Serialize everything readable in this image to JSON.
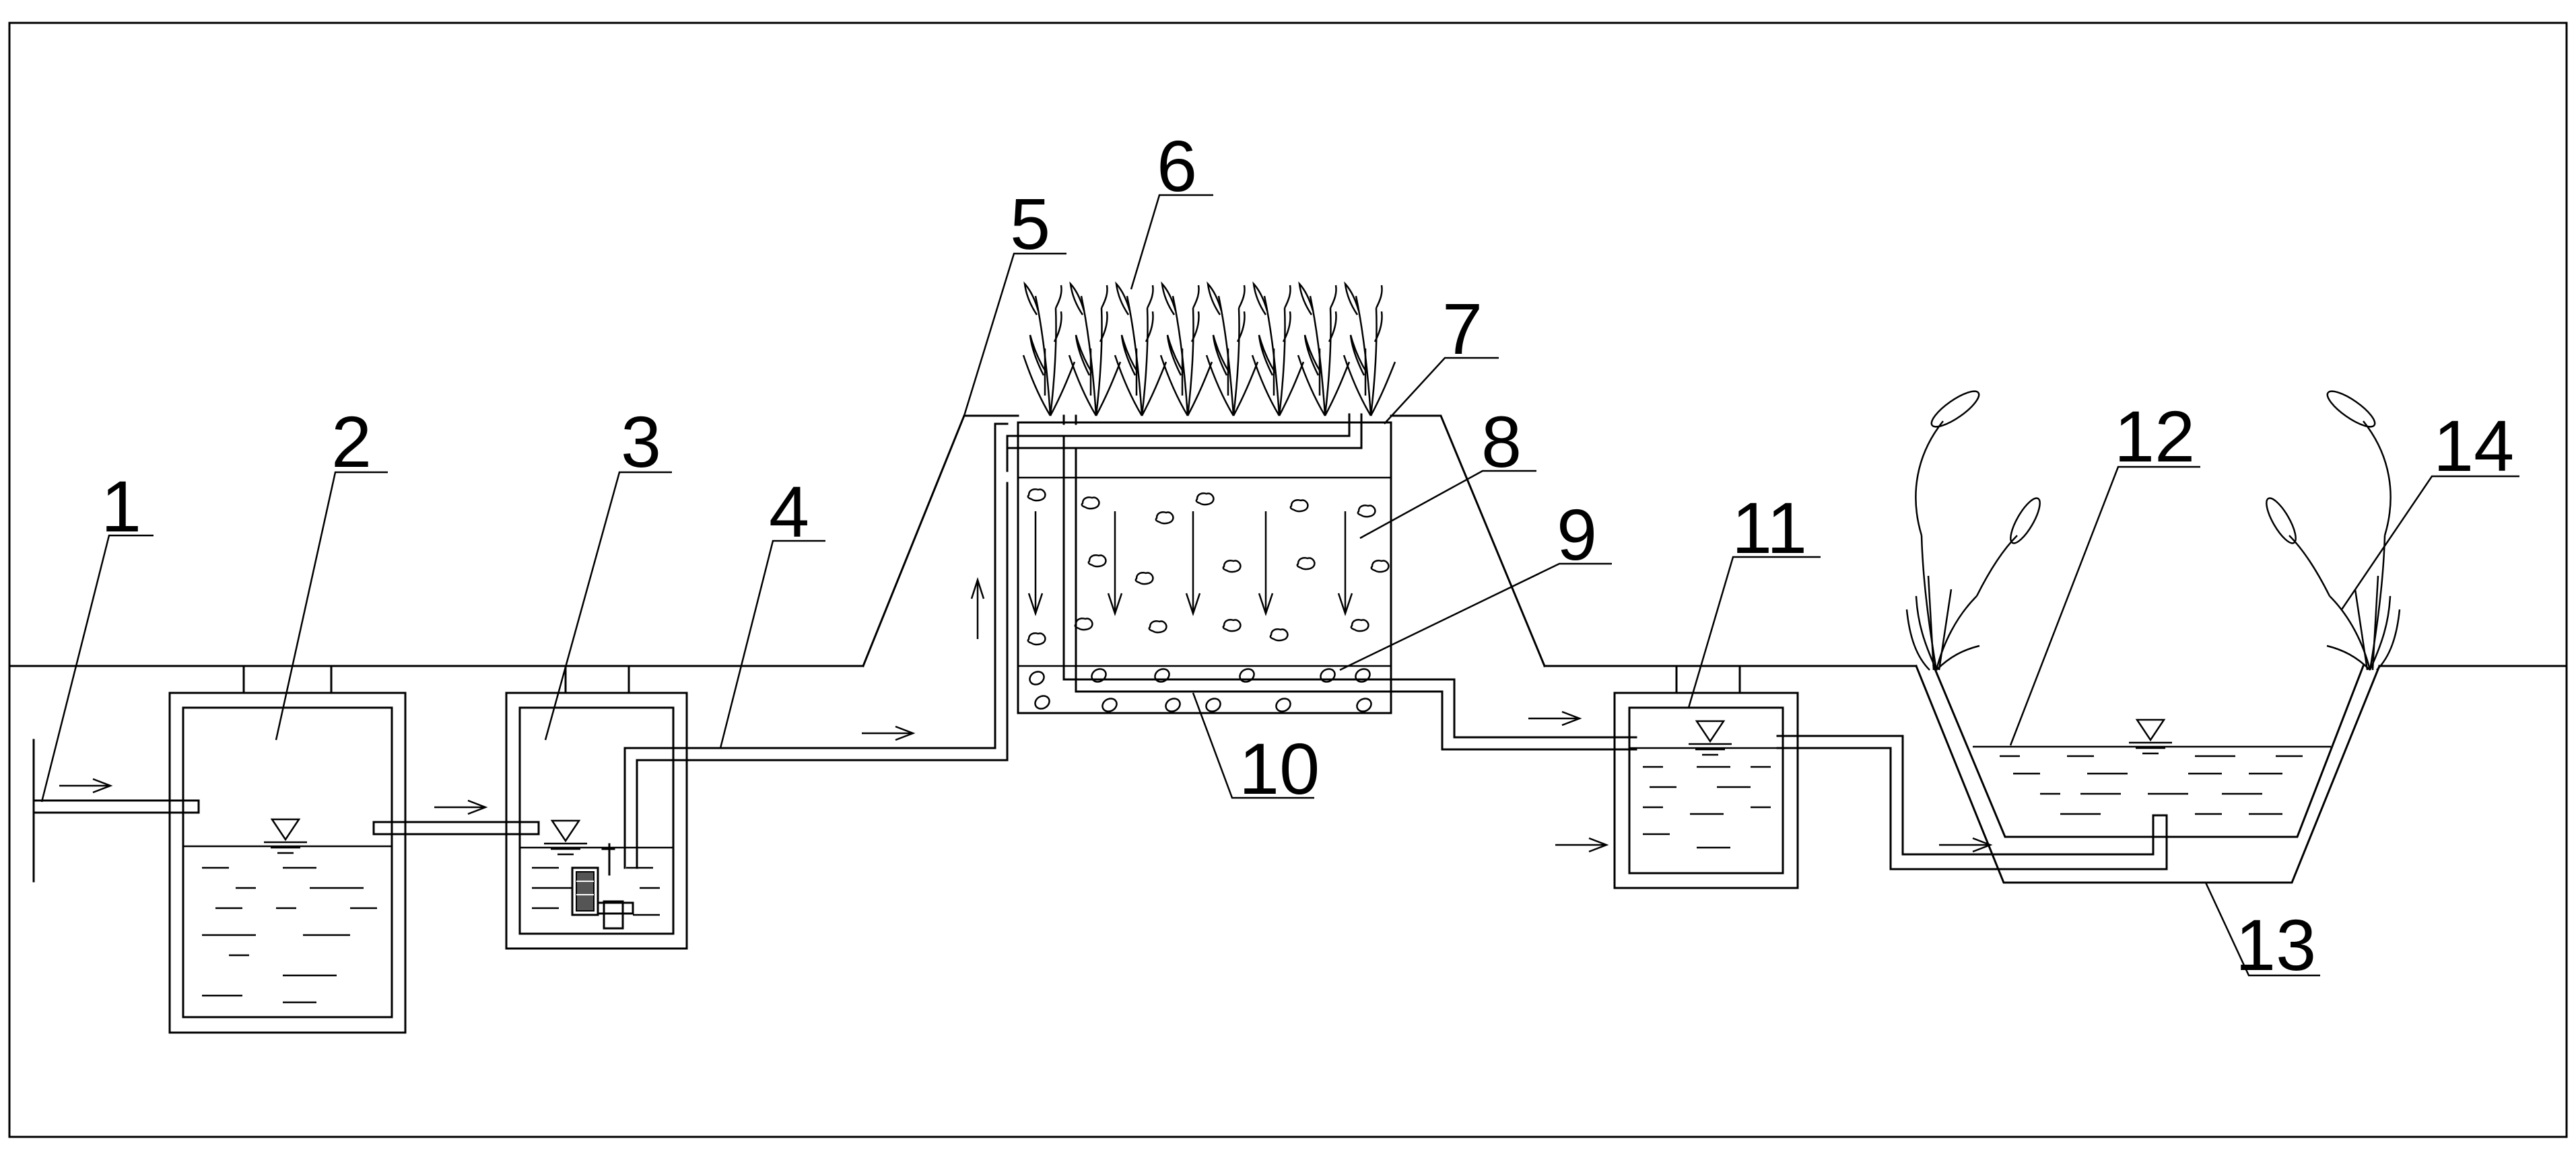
{
  "callouts": [
    {
      "id": "1",
      "label": "1"
    },
    {
      "id": "2",
      "label": "2"
    },
    {
      "id": "3",
      "label": "3"
    },
    {
      "id": "4",
      "label": "4"
    },
    {
      "id": "5",
      "label": "5"
    },
    {
      "id": "6",
      "label": "6"
    },
    {
      "id": "7",
      "label": "7"
    },
    {
      "id": "8",
      "label": "8"
    },
    {
      "id": "9",
      "label": "9"
    },
    {
      "id": "10",
      "label": "10"
    },
    {
      "id": "11",
      "label": "11"
    },
    {
      "id": "12",
      "label": "12"
    },
    {
      "id": "13",
      "label": "13"
    },
    {
      "id": "14",
      "label": "14"
    }
  ],
  "icons": [
    "water-level-symbol",
    "flow-arrow",
    "submersible-pump-icon",
    "reed-plant-icon",
    "cattail-plant-icon",
    "gravel-stone"
  ],
  "colors": {
    "line": "#000000",
    "background": "#ffffff"
  }
}
